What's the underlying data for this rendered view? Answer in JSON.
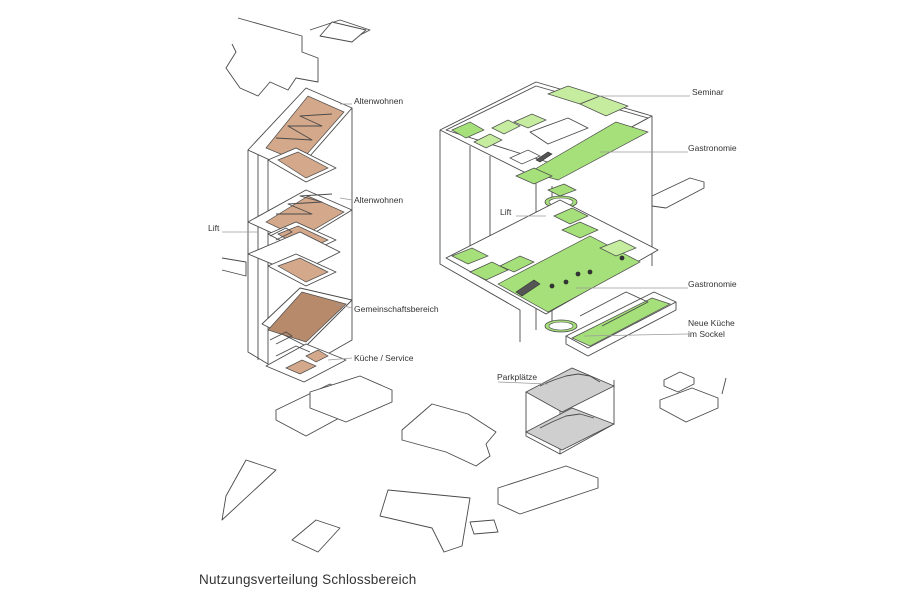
{
  "caption": "Nutzungsverteilung Schlossbereich",
  "labels": {
    "altenwohnen_upper": "Altenwohnen",
    "altenwohnen_lower": "Altenwohnen",
    "lift_left": "Lift",
    "gemeinschaftsbereich": "Gemeinschaftsbereich",
    "kueche_service": "Küche / Service",
    "seminar": "Seminar",
    "gastronomie_upper": "Gastronomie",
    "lift_right": "Lift",
    "gastronomie_lower": "Gastronomie",
    "neue_kueche_line1": "Neue Küche",
    "neue_kueche_line2": "im Sockel",
    "parkplaetze": "Parkplätze"
  },
  "colors": {
    "residential_fill": "#d4a88a",
    "community_fill": "#b88a6c",
    "gastronomy_fill": "#a6e07a",
    "gastronomy_light": "#c5ec9f",
    "parking_fill": "#cfcfcf",
    "line": "#4a4a4a",
    "leader": "#9a9a9a"
  }
}
